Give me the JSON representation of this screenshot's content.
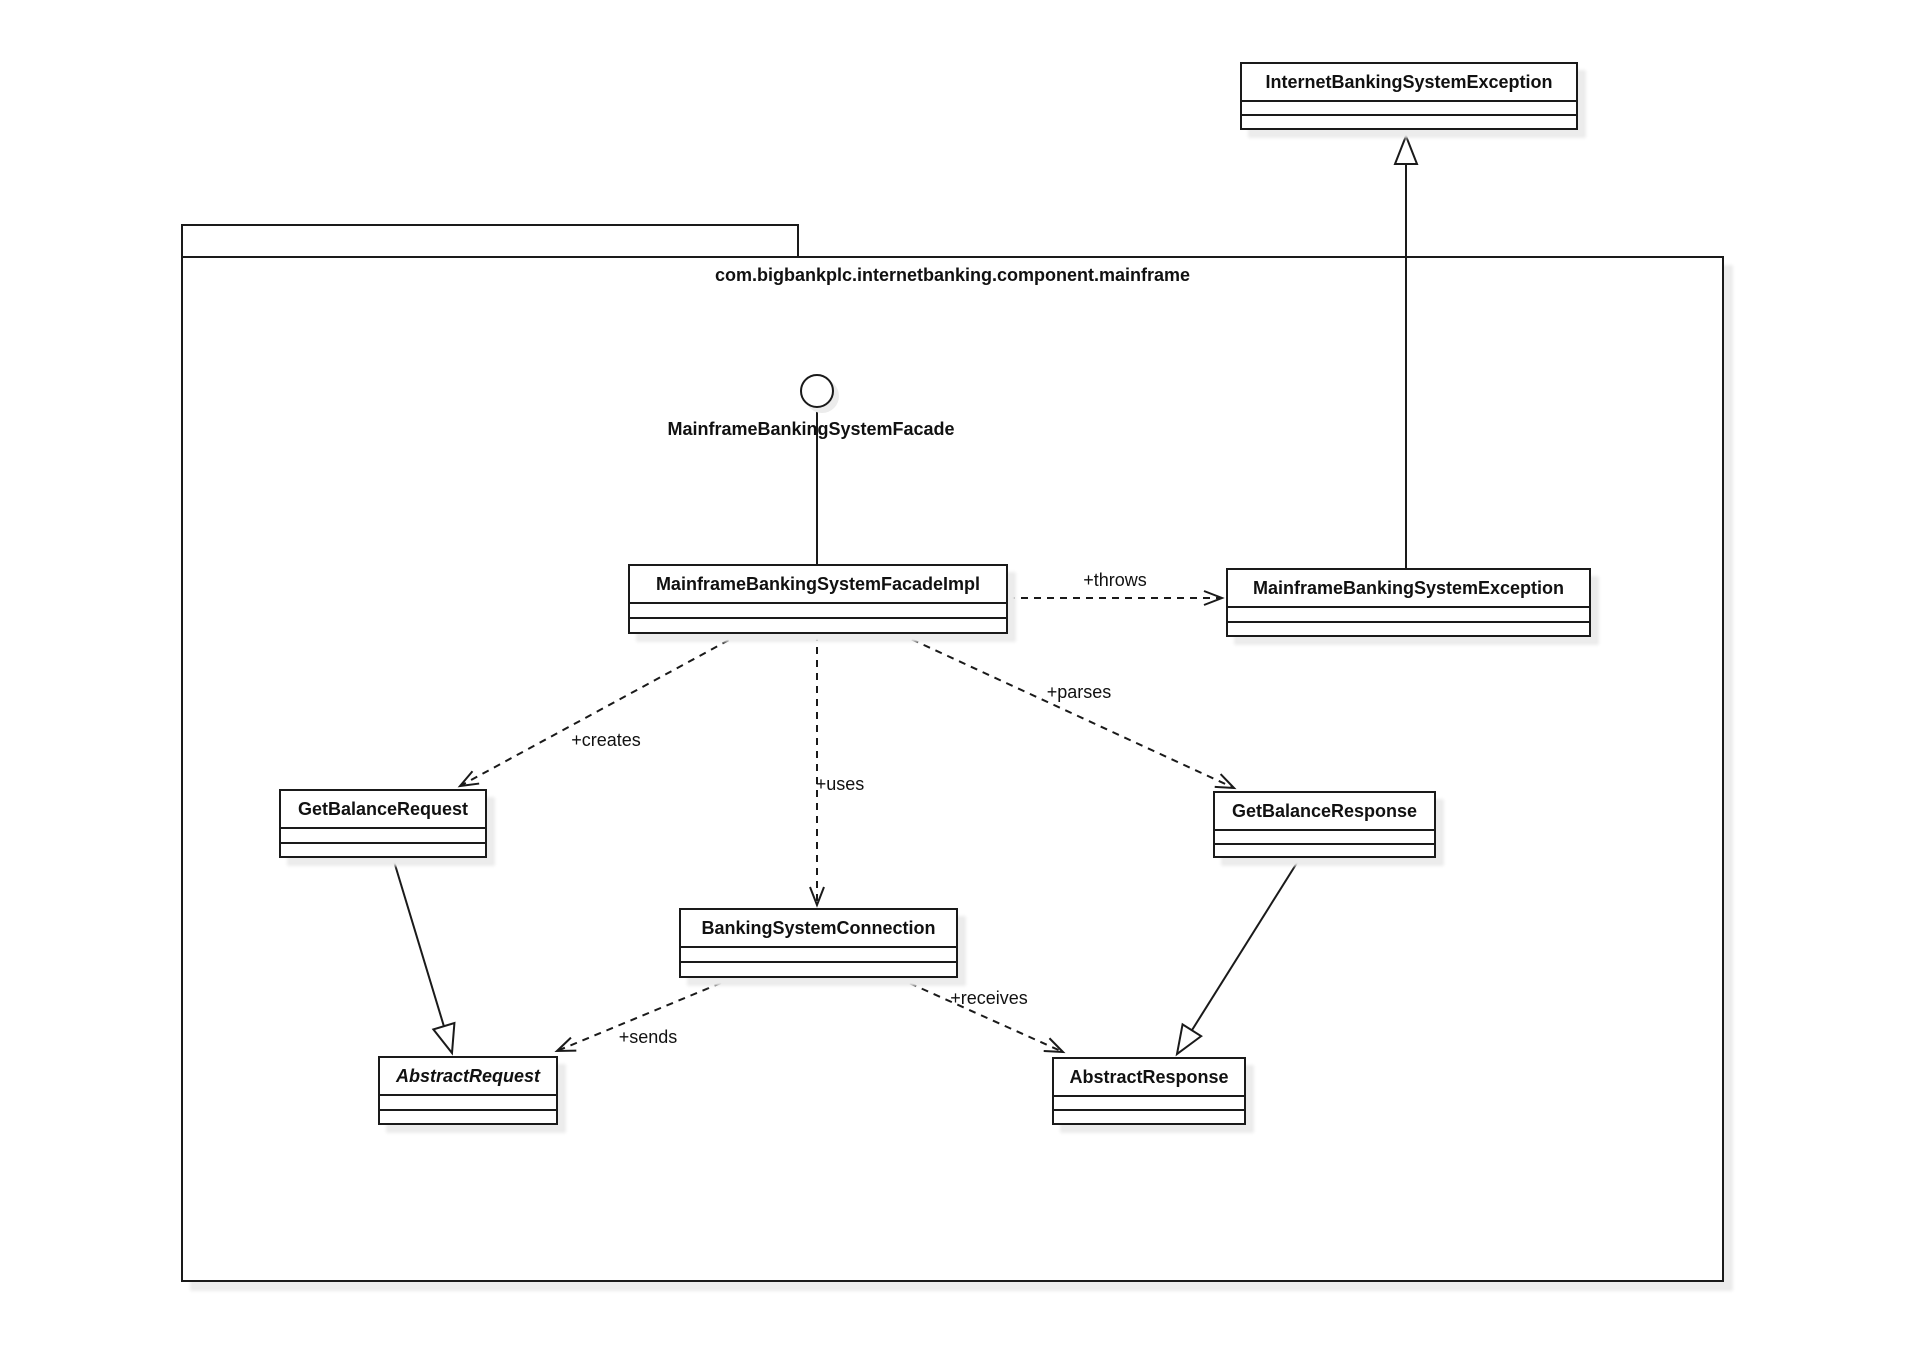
{
  "package": {
    "title": "com.bigbankplc.internetbanking.component.mainframe"
  },
  "interface": {
    "label": "MainframeBankingSystemFacade"
  },
  "classes": {
    "internetBankingSystemException": {
      "name": "InternetBankingSystemException"
    },
    "mainframeFacadeImpl": {
      "name": "MainframeBankingSystemFacadeImpl"
    },
    "mainframeException": {
      "name": "MainframeBankingSystemException"
    },
    "getBalanceRequest": {
      "name": "GetBalanceRequest"
    },
    "getBalanceResponse": {
      "name": "GetBalanceResponse"
    },
    "bankingSystemConnection": {
      "name": "BankingSystemConnection"
    },
    "abstractRequest": {
      "name": "AbstractRequest"
    },
    "abstractResponse": {
      "name": "AbstractResponse"
    }
  },
  "edges": {
    "throws": {
      "label": "+throws"
    },
    "creates": {
      "label": "+creates"
    },
    "uses": {
      "label": "+uses"
    },
    "parses": {
      "label": "+parses"
    },
    "sends": {
      "label": "+sends"
    },
    "receives": {
      "label": "+receives"
    }
  },
  "colors": {
    "line": "#1a1a1a",
    "box_fill": "#ffffff",
    "shadow": "#ececec"
  }
}
